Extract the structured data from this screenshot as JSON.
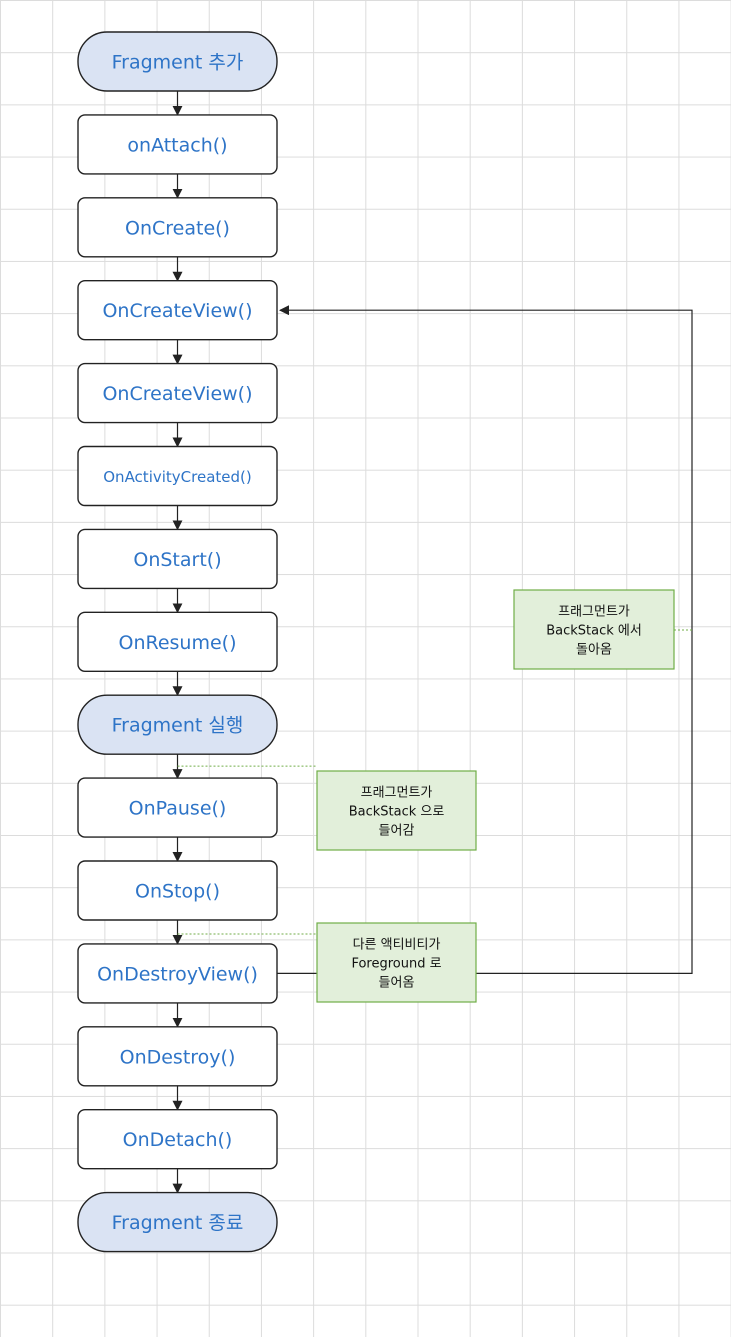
{
  "diagram": {
    "nodes": [
      {
        "id": "start",
        "label": "Fragment 추가",
        "shape": "terminal"
      },
      {
        "id": "on_attach",
        "label": "onAttach()",
        "shape": "process"
      },
      {
        "id": "on_create",
        "label": "OnCreate()",
        "shape": "process"
      },
      {
        "id": "on_create_view_1",
        "label": "OnCreateView()",
        "shape": "process"
      },
      {
        "id": "on_create_view_2",
        "label": "OnCreateView()",
        "shape": "process"
      },
      {
        "id": "on_activity_created",
        "label": "OnActivityCreated()",
        "shape": "process"
      },
      {
        "id": "on_start",
        "label": "OnStart()",
        "shape": "process"
      },
      {
        "id": "on_resume",
        "label": "OnResume()",
        "shape": "process"
      },
      {
        "id": "running",
        "label": "Fragment 실행",
        "shape": "terminal"
      },
      {
        "id": "on_pause",
        "label": "OnPause()",
        "shape": "process"
      },
      {
        "id": "on_stop",
        "label": "OnStop()",
        "shape": "process"
      },
      {
        "id": "on_destroy_view",
        "label": "OnDestroyView()",
        "shape": "process"
      },
      {
        "id": "on_destroy",
        "label": "OnDestroy()",
        "shape": "process"
      },
      {
        "id": "on_detach",
        "label": "OnDetach()",
        "shape": "process"
      },
      {
        "id": "end",
        "label": "Fragment 종료",
        "shape": "terminal"
      }
    ],
    "edges": [
      {
        "from": "start",
        "to": "on_attach"
      },
      {
        "from": "on_attach",
        "to": "on_create"
      },
      {
        "from": "on_create",
        "to": "on_create_view_1"
      },
      {
        "from": "on_create_view_1",
        "to": "on_create_view_2"
      },
      {
        "from": "on_create_view_2",
        "to": "on_activity_created"
      },
      {
        "from": "on_activity_created",
        "to": "on_start"
      },
      {
        "from": "on_start",
        "to": "on_resume"
      },
      {
        "from": "on_resume",
        "to": "running"
      },
      {
        "from": "running",
        "to": "on_pause"
      },
      {
        "from": "on_pause",
        "to": "on_stop"
      },
      {
        "from": "on_stop",
        "to": "on_destroy_view"
      },
      {
        "from": "on_destroy_view",
        "to": "on_destroy"
      },
      {
        "from": "on_destroy",
        "to": "on_detach"
      },
      {
        "from": "on_detach",
        "to": "end"
      },
      {
        "from": "on_destroy_view",
        "to": "on_create_view_1",
        "kind": "loop-back"
      }
    ],
    "notes": [
      {
        "id": "note_back_from_stack",
        "lines": [
          "프래그먼트가",
          "BackStack 에서",
          "돌아옴"
        ],
        "attached_to": "loop-back"
      },
      {
        "id": "note_to_backstack",
        "lines": [
          "프래그먼트가",
          "BackStack 으로",
          "들어감"
        ],
        "attached_to": "running-to-on_pause"
      },
      {
        "id": "note_other_activity",
        "lines": [
          "다른 액티비티가",
          "Foreground 로",
          "들어옴"
        ],
        "attached_to": "on_stop-to-on_destroy_view"
      }
    ]
  },
  "colors": {
    "node_text": "#2e74c7",
    "terminal_fill": "#dae3f3",
    "process_fill": "#ffffff",
    "node_stroke": "#222222",
    "note_fill": "#e2efda",
    "note_stroke": "#70ad47",
    "connector": "#222222",
    "note_connector": "#70ad47"
  }
}
